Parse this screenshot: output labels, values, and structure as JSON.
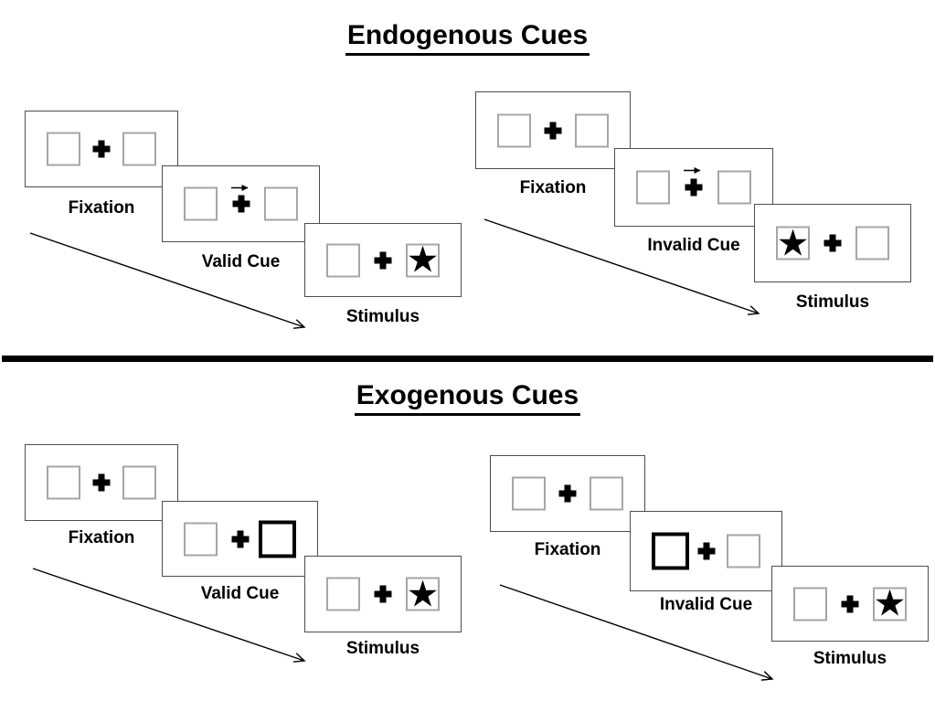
{
  "page": {
    "background": "#ffffff"
  },
  "symbols": {
    "star": "★"
  },
  "icons": {
    "fixation_cross": "bold-plus-css-shape",
    "cue_arrow": "thin-right-arrow",
    "sequence_arrow": "diagonal-down-right-arrow"
  },
  "colors": {
    "ink": "#000000",
    "panel_border": "#4d4d4d",
    "box_border": "#a6a6a6",
    "highlight_border": "#000000",
    "divider": "#000000"
  },
  "sections": [
    {
      "id": "endogenous",
      "title": "Endogenous Cues",
      "groups": [
        {
          "id": "endogenous-valid",
          "panels": [
            {
              "label": "Fixation",
              "left_box": "empty",
              "right_box": "empty",
              "cue_arrow": false
            },
            {
              "label": "Valid Cue",
              "left_box": "empty",
              "right_box": "empty",
              "cue_arrow": true,
              "cue_direction": "right"
            },
            {
              "label": "Stimulus",
              "left_box": "empty",
              "right_box": "star",
              "cue_arrow": false
            }
          ]
        },
        {
          "id": "endogenous-invalid",
          "panels": [
            {
              "label": "Fixation",
              "left_box": "empty",
              "right_box": "empty",
              "cue_arrow": false
            },
            {
              "label": "Invalid Cue",
              "left_box": "empty",
              "right_box": "empty",
              "cue_arrow": true,
              "cue_direction": "right"
            },
            {
              "label": "Stimulus",
              "left_box": "star",
              "right_box": "empty",
              "cue_arrow": false
            }
          ]
        }
      ]
    },
    {
      "id": "exogenous",
      "title": "Exogenous Cues",
      "groups": [
        {
          "id": "exogenous-valid",
          "panels": [
            {
              "label": "Fixation",
              "left_box": "empty",
              "right_box": "empty",
              "cue_arrow": false
            },
            {
              "label": "Valid Cue",
              "left_box": "empty",
              "right_box": "highlighted",
              "cue_arrow": false
            },
            {
              "label": "Stimulus",
              "left_box": "empty",
              "right_box": "star",
              "cue_arrow": false
            }
          ]
        },
        {
          "id": "exogenous-invalid",
          "panels": [
            {
              "label": "Fixation",
              "left_box": "empty",
              "right_box": "empty",
              "cue_arrow": false
            },
            {
              "label": "Invalid Cue",
              "left_box": "highlighted",
              "right_box": "empty",
              "cue_arrow": false
            },
            {
              "label": "Stimulus",
              "left_box": "empty",
              "right_box": "star",
              "cue_arrow": false
            }
          ]
        }
      ]
    }
  ]
}
